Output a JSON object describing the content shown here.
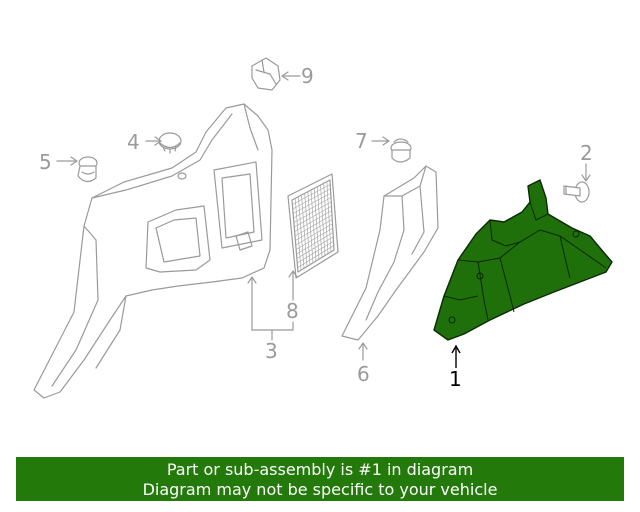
{
  "callouts": {
    "c1": "1",
    "c2": "2",
    "c3": "3",
    "c4": "4",
    "c5": "5",
    "c6": "6",
    "c7": "7",
    "c8": "8",
    "c9": "9"
  },
  "banner": {
    "line1": "Part or sub-assembly is #1 in diagram",
    "line2": "Diagram may not be specific to your vehicle"
  },
  "colors": {
    "highlight": "#237a0b",
    "linework": "#9a9a9a"
  }
}
